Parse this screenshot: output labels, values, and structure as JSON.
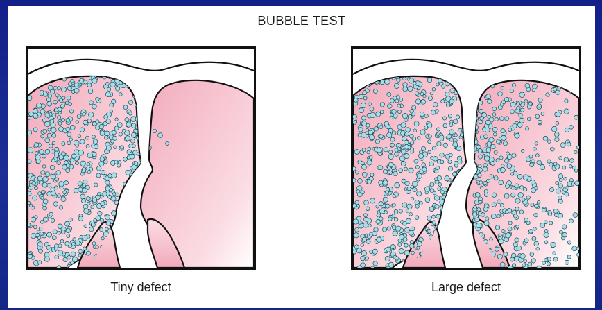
{
  "title": "BUBBLE TEST",
  "panels": [
    {
      "id": "tiny",
      "caption": "Tiny defect"
    },
    {
      "id": "large",
      "caption": "Large defect"
    }
  ],
  "colors": {
    "slide_background": "#1a2a8c",
    "chamber_pink": "#f2aabb",
    "chamber_pink_light": "#fbdde4",
    "bubble_fill": "#a8dde8",
    "bubble_stroke": "#1f4a57",
    "outline": "#111111"
  }
}
